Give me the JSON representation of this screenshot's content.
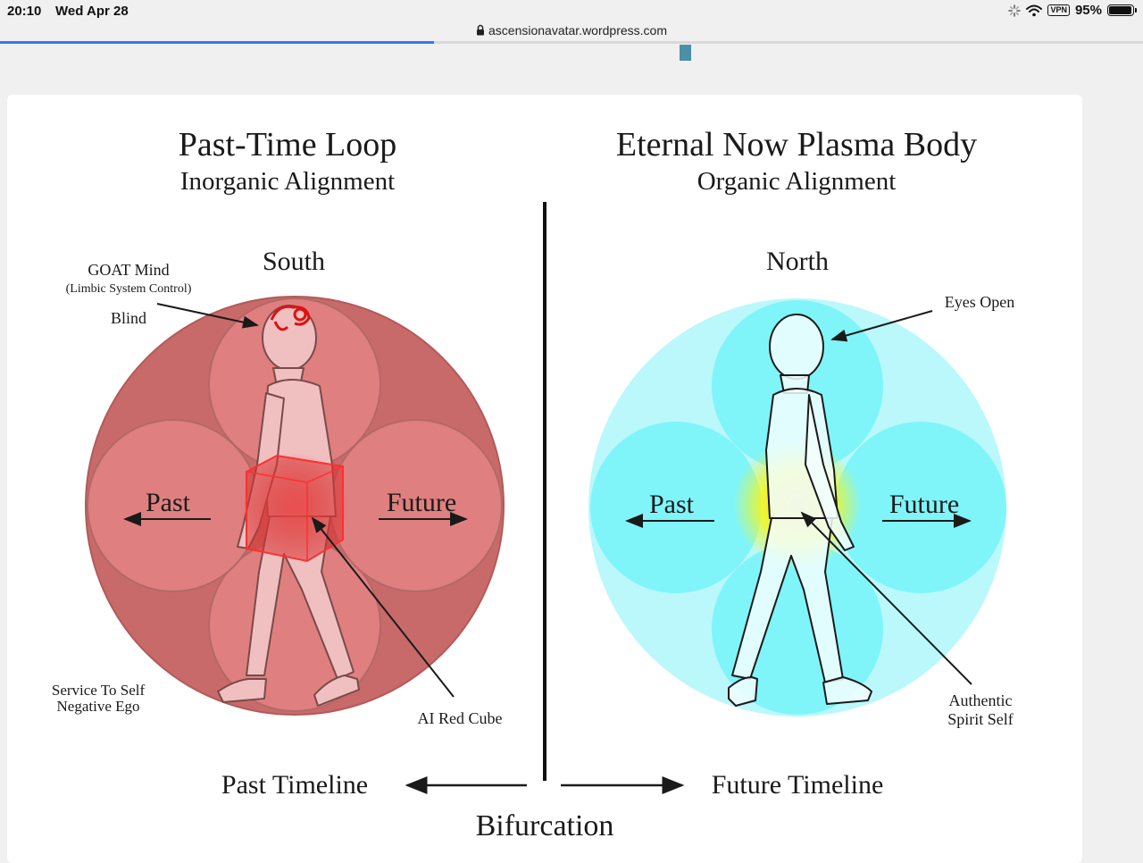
{
  "status_bar": {
    "time": "20:10",
    "date": "Wed Apr 28",
    "vpn": "VPN",
    "battery": "95%",
    "battery_level": 0.95
  },
  "browser": {
    "url": "ascensionavatar.wordpress.com",
    "load_progress": 0.38
  },
  "diagram": {
    "left": {
      "title": "Past-Time Loop",
      "subtitle": "Inorganic Alignment",
      "direction": "South",
      "label_goat": "GOAT Mind",
      "label_limbic": "(Limbic System Control)",
      "label_blind": "Blind",
      "label_past": "Past",
      "label_future": "Future",
      "label_service_1": "Service To Self",
      "label_service_2": "Negative Ego",
      "label_cube": "AI Red Cube",
      "timeline": "Past Timeline"
    },
    "right": {
      "title": "Eternal Now Plasma Body",
      "subtitle": "Organic Alignment",
      "direction": "North",
      "label_eyes": "Eyes Open",
      "label_past": "Past",
      "label_future": "Future",
      "label_spirit_1": "Authentic",
      "label_spirit_2": "Spirit Self",
      "timeline": "Future Timeline"
    },
    "bottom": "Bifurcation",
    "colors": {
      "left_outer": "#c96a6a",
      "left_petal": "#e07f7f",
      "right_outer": "#baf8fb",
      "right_petal": "#7ff5fa",
      "glow": "#f5f51a",
      "cube": "#d93333"
    }
  }
}
